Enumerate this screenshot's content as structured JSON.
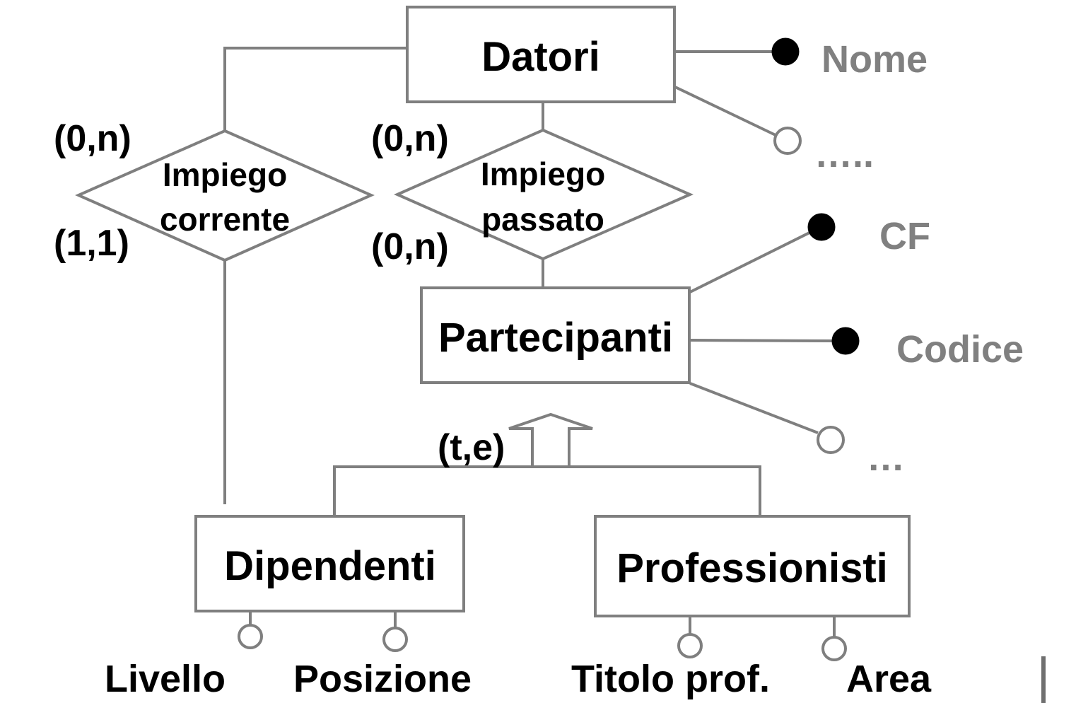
{
  "entities": {
    "datori": "Datori",
    "partecipanti": "Partecipanti",
    "dipendenti": "Dipendenti",
    "professionisti": "Professionisti"
  },
  "relationships": {
    "impiego_corrente": {
      "line1": "Impiego",
      "line2": "corrente"
    },
    "impiego_passato": {
      "line1": "Impiego",
      "line2": "passato"
    }
  },
  "cardinalities": {
    "corrente_datori": "(0,n)",
    "corrente_dipendenti": "(1,1)",
    "passato_datori": "(0,n)",
    "passato_partecipanti": "(0,n)"
  },
  "generalization": {
    "label": "(t,e)"
  },
  "attributes": {
    "datori": {
      "identifier": "Nome",
      "other": "….."
    },
    "partecipanti": {
      "identifier_1": "CF",
      "identifier_2": "Codice",
      "other": "…"
    },
    "dipendenti": {
      "attr_1": "Livello",
      "attr_2": "Posizione"
    },
    "professionisti": {
      "attr_1": "Titolo prof.",
      "attr_2": "Area"
    }
  },
  "colors": {
    "line": "#7f7f7f",
    "identifier_text": "#808080",
    "text": "#000000"
  }
}
